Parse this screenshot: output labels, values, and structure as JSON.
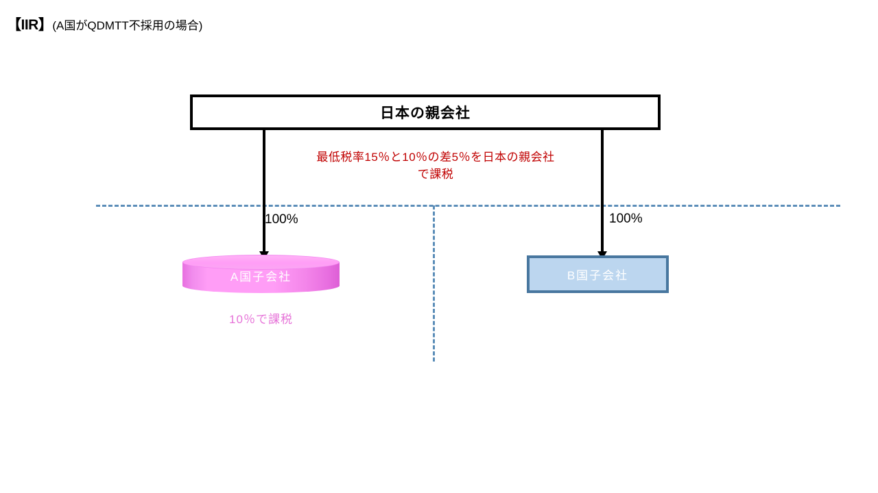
{
  "title": {
    "tag": "【IIR】",
    "subtitle": "(A国がQDMTT不採用の場合)"
  },
  "parent": {
    "label": "日本の親会社"
  },
  "annotations": {
    "red_note": "最低税率15％と10％の差5％を日本の親会社で課税",
    "pink_note": "10％で課税"
  },
  "ownership": {
    "left_percent": "100%",
    "right_percent": "100%"
  },
  "subsidiary_a": {
    "label": "A国子会社"
  },
  "subsidiary_b": {
    "label": "B国子会社"
  },
  "colors": {
    "red_text": "#c00000",
    "pink_fill": "#ff9df6",
    "pink_text": "#e673d8",
    "blue_fill": "#bcd6ef",
    "blue_border": "#48779f",
    "dashed_line": "#5b8db8",
    "black": "#000000"
  }
}
